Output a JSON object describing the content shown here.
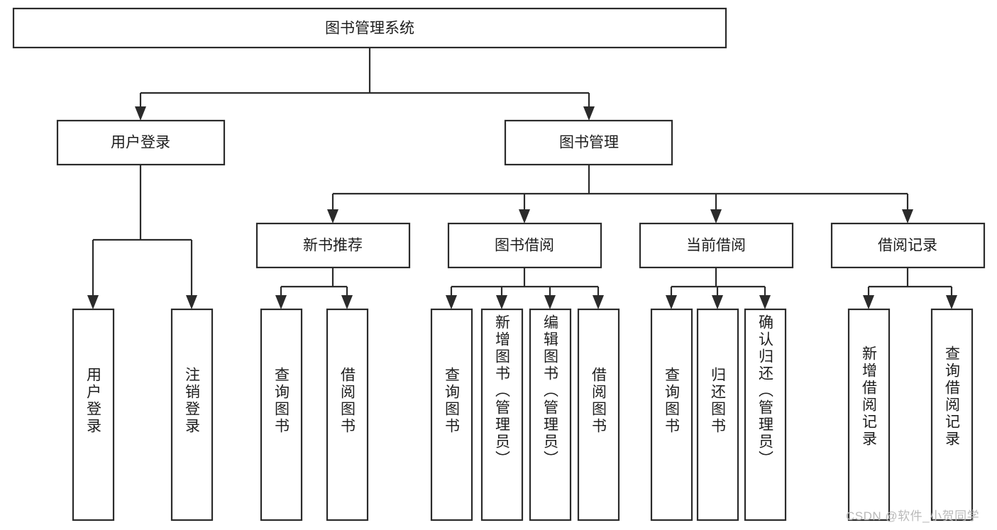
{
  "diagram": {
    "title_box": {
      "label": "图书管理系统"
    },
    "level2": [
      {
        "id": "user-login",
        "label": "用户登录"
      },
      {
        "id": "book-management",
        "label": "图书管理"
      }
    ],
    "level3": [
      {
        "id": "new-book-recommend",
        "label": "新书推荐",
        "parent": "book-management"
      },
      {
        "id": "book-borrow",
        "label": "图书借阅",
        "parent": "book-management"
      },
      {
        "id": "current-borrow",
        "label": "当前借阅",
        "parent": "book-management"
      },
      {
        "id": "borrow-record",
        "label": "借阅记录",
        "parent": "book-management"
      }
    ],
    "leaves": [
      {
        "id": "leaf-user-login",
        "label": "用户登录",
        "parent": "user-login"
      },
      {
        "id": "leaf-logout-login",
        "label": "注销登录",
        "parent": "user-login"
      },
      {
        "id": "leaf-query-book-1",
        "label": "查询图书",
        "parent": "new-book-recommend"
      },
      {
        "id": "leaf-borrow-book-1",
        "label": "借阅图书",
        "parent": "new-book-recommend"
      },
      {
        "id": "leaf-query-book-2",
        "label": "查询图书",
        "parent": "book-borrow"
      },
      {
        "id": "leaf-add-book",
        "label": "新增图书（管理员）",
        "parent": "book-borrow"
      },
      {
        "id": "leaf-edit-book",
        "label": "编辑图书（管理员）",
        "parent": "book-borrow"
      },
      {
        "id": "leaf-borrow-book-2",
        "label": "借阅图书",
        "parent": "book-borrow"
      },
      {
        "id": "leaf-query-book-3",
        "label": "查询图书",
        "parent": "current-borrow"
      },
      {
        "id": "leaf-return-book",
        "label": "归还图书",
        "parent": "current-borrow"
      },
      {
        "id": "leaf-confirm-return",
        "label": "确认归还（管理员）",
        "parent": "current-borrow"
      },
      {
        "id": "leaf-add-record",
        "label": "新增借阅记录",
        "parent": "borrow-record"
      },
      {
        "id": "leaf-query-record",
        "label": "查询借阅记录",
        "parent": "borrow-record"
      }
    ]
  },
  "watermark": {
    "text": "CSDN @软件_小贺同学"
  },
  "colors": {
    "stroke": "#2b2b2b",
    "box_fill": "#ffffff",
    "text": "#1d1d1d",
    "watermark": "#b9b9b9",
    "background": "#ffffff"
  }
}
